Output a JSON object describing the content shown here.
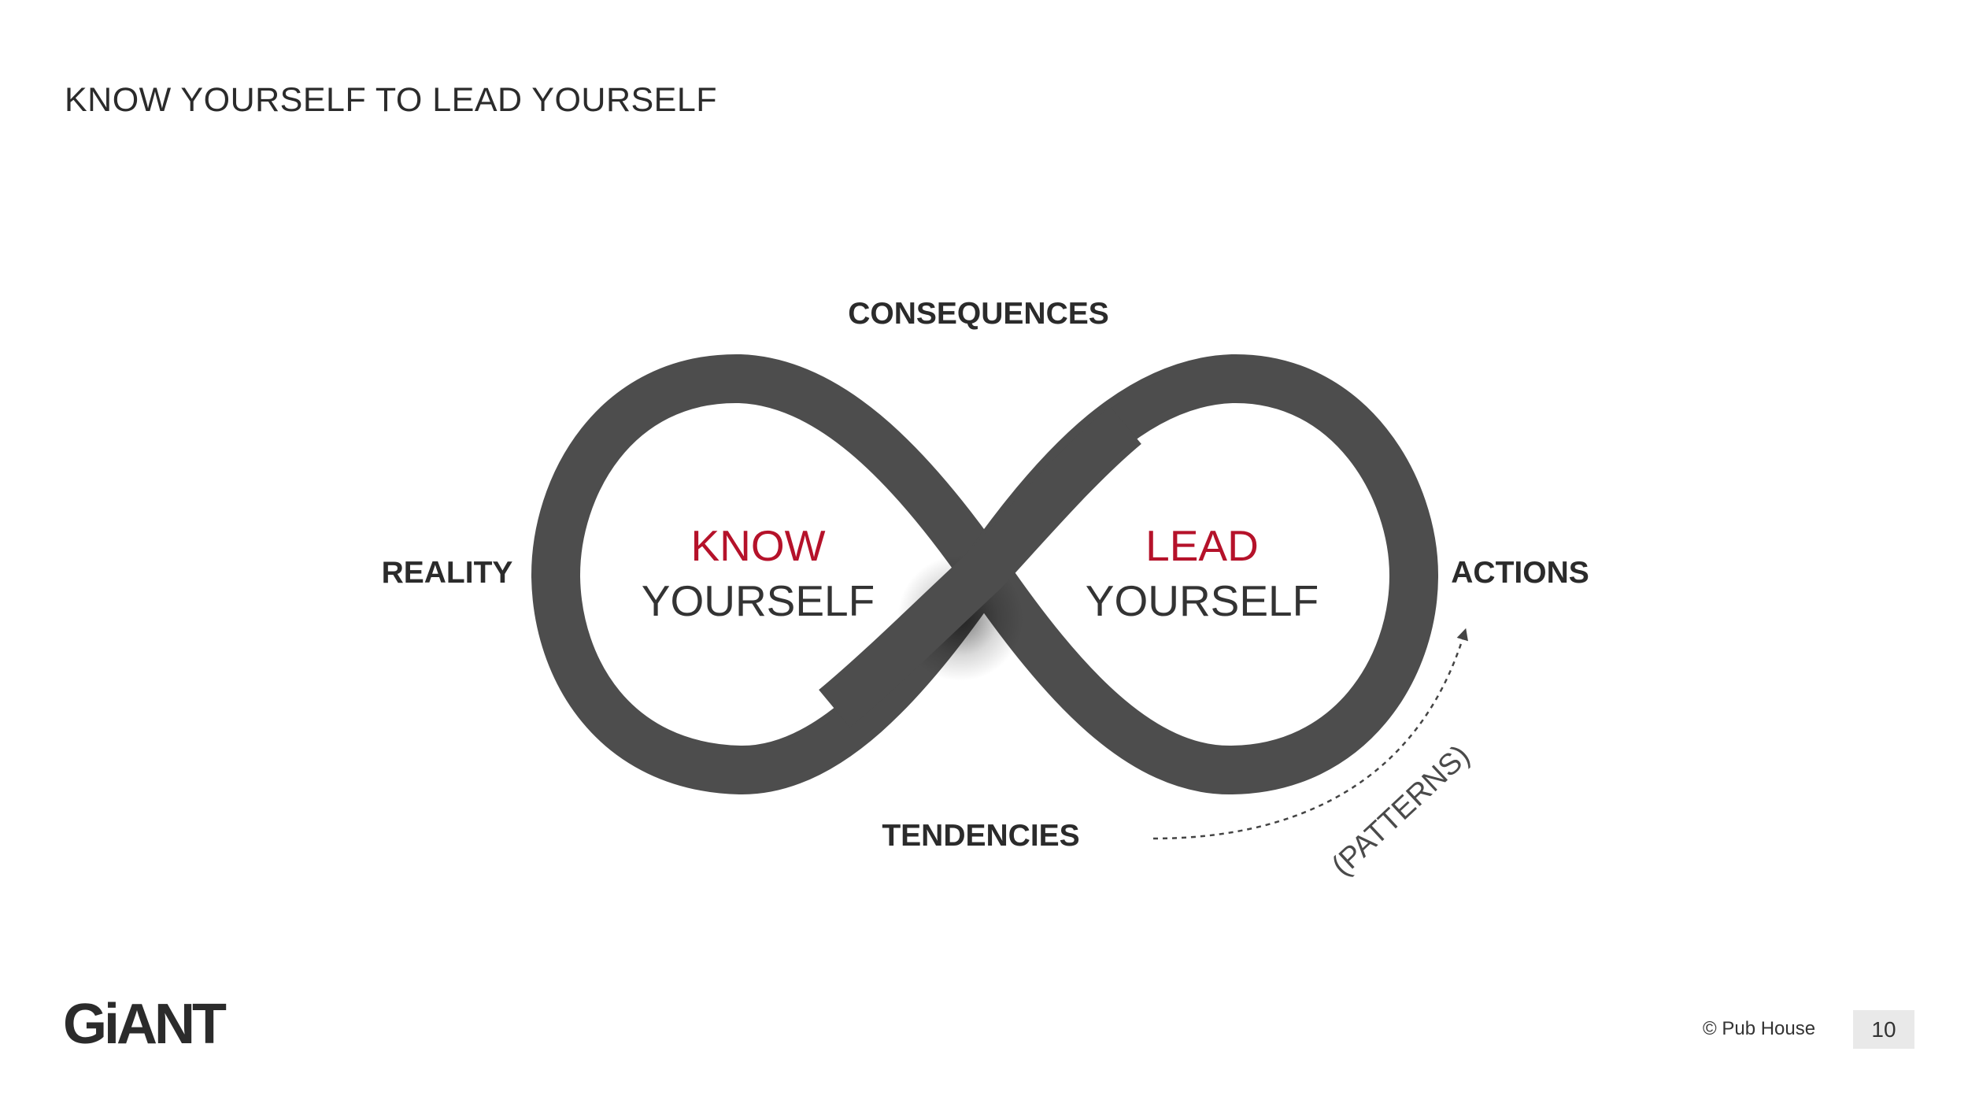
{
  "slide": {
    "title": "KNOW YOURSELF TO LEAD YOURSELF"
  },
  "diagram": {
    "labels": {
      "top": "CONSEQUENCES",
      "left": "REALITY",
      "right": "ACTIONS",
      "bottom": "TENDENCIES",
      "patterns": "(PATTERNS)"
    },
    "left_loop": {
      "accent": "KNOW",
      "main": "YOURSELF"
    },
    "right_loop": {
      "accent": "LEAD",
      "main": "YOURSELF"
    },
    "colors": {
      "band": "#4d4d4d",
      "accent": "#b5122a",
      "text": "#2b2b2b"
    }
  },
  "footer": {
    "logo": "GiANT",
    "copyright": "© Pub House",
    "page_number": "10"
  }
}
